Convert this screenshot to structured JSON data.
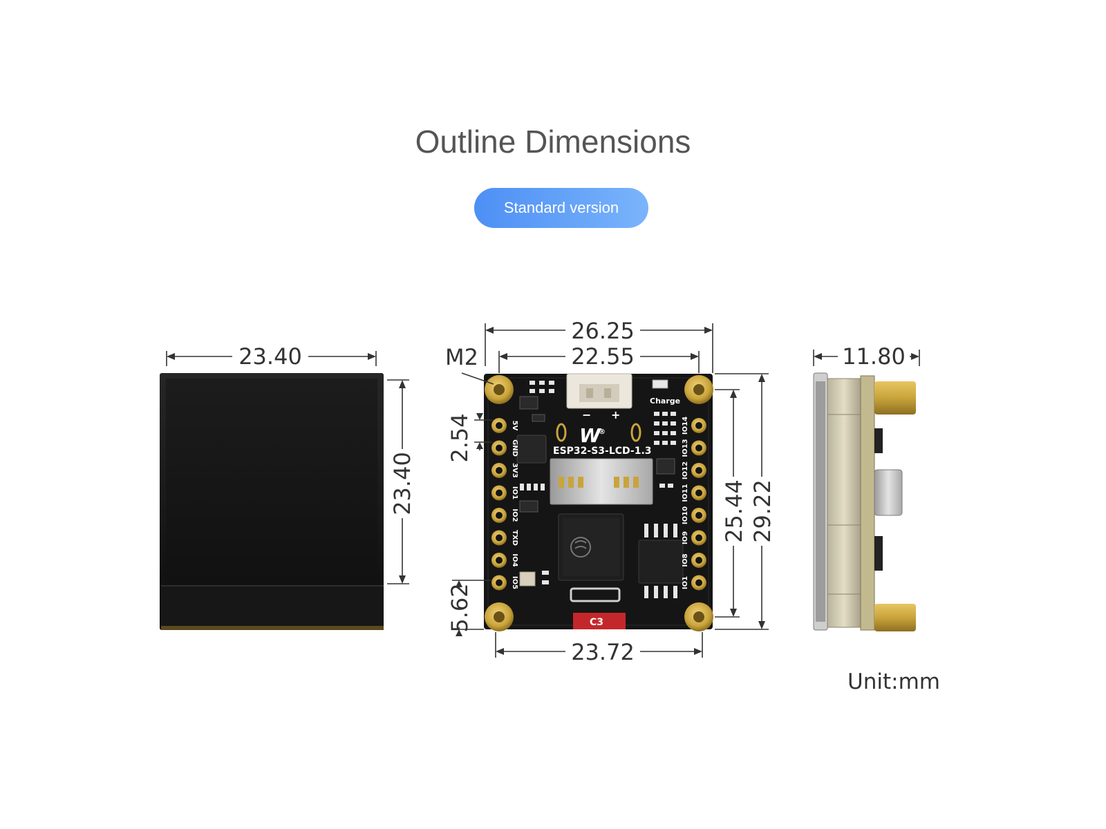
{
  "page": {
    "title": "Outline Dimensions",
    "version_button": "Standard version",
    "unit_label": "Unit:mm"
  },
  "colors": {
    "title": "#555555",
    "button_gradient_start": "#4d8ff5",
    "button_gradient_end": "#7ab4fb",
    "dimension_line": "#333333",
    "pcb": "#151515",
    "gold": "#c9a43b"
  },
  "front_view": {
    "width_label": "23.40",
    "height_label": "23.40"
  },
  "pcb_view": {
    "hole_label": "M2",
    "width_outer_label": "26.25",
    "width_holes_label": "22.55",
    "width_bottom_label": "23.72",
    "height_holes_label": "25.44",
    "height_outer_label": "29.22",
    "pin_pitch_label": "2.54",
    "bottom_offset_label": "5.62",
    "board_name": "ESP32-S3-LCD-1.3",
    "charge_label": "Charge",
    "chip_label": "C3",
    "left_pins": [
      "5V",
      "GND",
      "3V3",
      "IO1",
      "IO2",
      "TXD",
      "IO4",
      "IO5"
    ],
    "right_pins": [
      "IO14",
      "IO13",
      "IO12",
      "IO11",
      "IO10",
      "IO9",
      "IO8",
      "IO1"
    ]
  },
  "side_view": {
    "depth_label": "11.80"
  }
}
